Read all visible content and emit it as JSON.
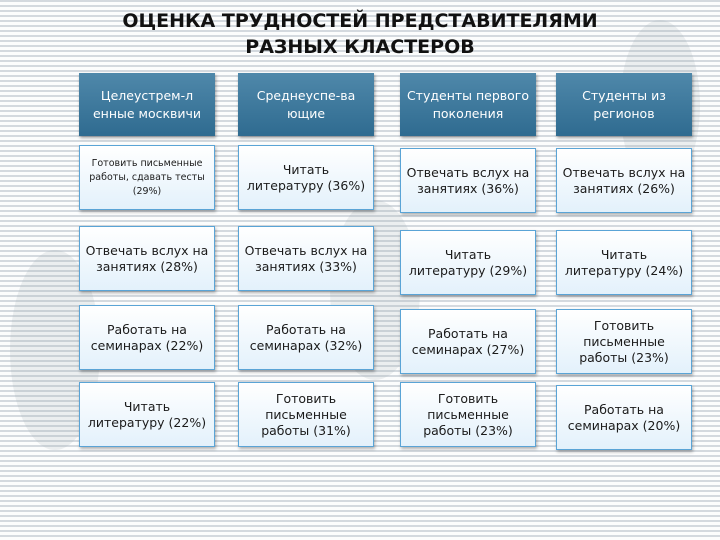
{
  "title": "ОЦЕНКА ТРУДНОСТЕЙ ПРЕДСТАВИТЕЛЯМИ\nРАЗНЫХ КЛАСТЕРОВ",
  "columns": [
    {
      "header": "Целеустрем-л енные москвичи",
      "items": [
        "Готовить письменные работы, сдавать тесты (29%)",
        "Отвечать вслух на занятиях (28%)",
        "Работать на семинарах (22%)",
        "Читать литературу (22%)"
      ]
    },
    {
      "header": "Среднеуспе-ва ющие",
      "items": [
        "Читать литературу (36%)",
        "Отвечать вслух на занятиях (33%)",
        "Работать на семинарах (32%)",
        "Готовить письменные работы (31%)"
      ]
    },
    {
      "header": "Студенты первого поколения",
      "items": [
        "Отвечать вслух на занятиях (36%)",
        "Читать литературу (29%)",
        "Работать на семинарах (27%)",
        "Готовить письменные работы (23%)"
      ]
    },
    {
      "header": "Студенты из регионов",
      "items": [
        "Отвечать вслух на занятиях (26%)",
        "Читать литературу (24%)",
        "Готовить письменные работы (23%)",
        "Работать на семинарах (20%)"
      ]
    }
  ]
}
